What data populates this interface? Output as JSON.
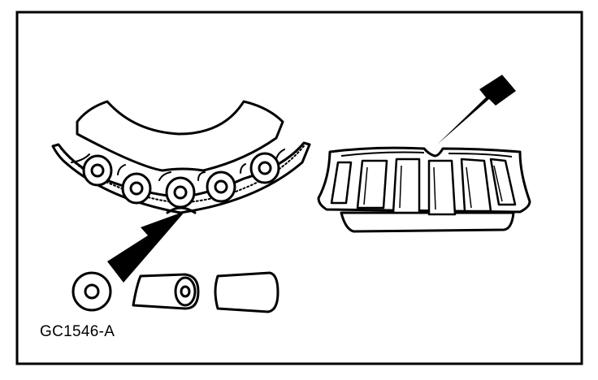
{
  "figure": {
    "label": "GC1546-A",
    "line_color": "#000000",
    "fill_color": "#ffffff",
    "parts": [
      "bearing-cage-cutaway",
      "tapered-roller-bearing",
      "indicator-arrow",
      "roller-end-view",
      "roller-side-view",
      "roller-outline-view"
    ]
  }
}
